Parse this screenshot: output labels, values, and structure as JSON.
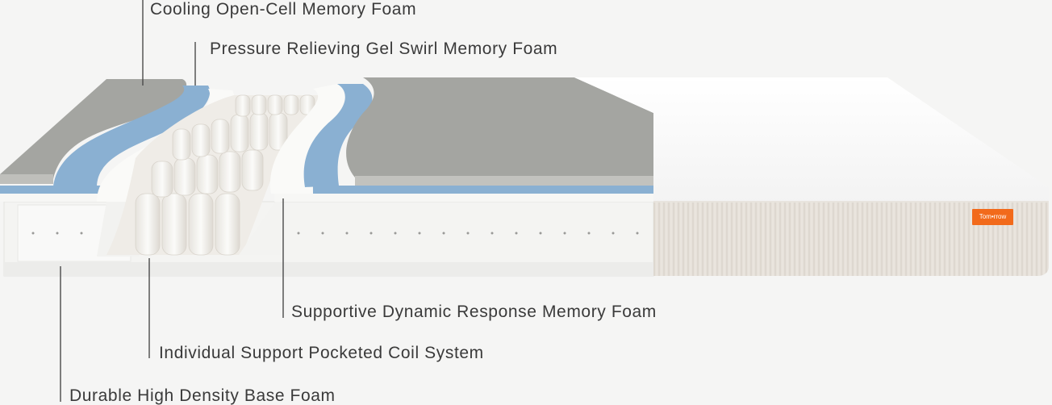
{
  "layers": [
    {
      "id": "cooling",
      "label": "Cooling Open-Cell Memory Foam"
    },
    {
      "id": "pressure",
      "label": "Pressure Relieving Gel Swirl Memory Foam"
    },
    {
      "id": "supportive",
      "label": "Supportive Dynamic Response Memory Foam"
    },
    {
      "id": "coil",
      "label": "Individual Support Pocketed Coil System"
    },
    {
      "id": "base",
      "label": "Durable High Density Base Foam"
    }
  ],
  "brand": {
    "tag_text": "Tom•rrow"
  },
  "colors": {
    "background": "#f5f5f4",
    "gray_foam": "#a4a5a1",
    "gel_foam": "#8ab0d2",
    "white_foam": "#f3f3f1",
    "cover": "#ffffff",
    "fabric": "#e2ddd6",
    "tag": "#f26a1b",
    "leader": "#4a4a4a"
  }
}
